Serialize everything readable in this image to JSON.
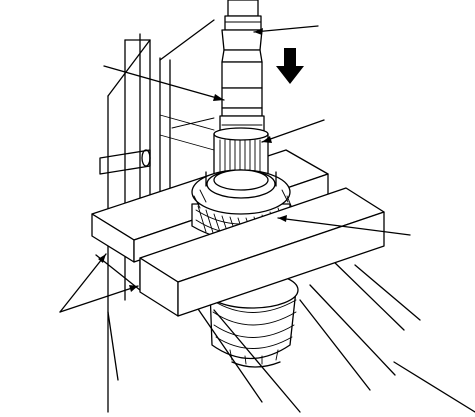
{
  "diagram": {
    "callouts": [
      {
        "id": "shaft-end"
      },
      {
        "id": "shaft-collar"
      },
      {
        "id": "spline-section"
      },
      {
        "id": "helical-gear"
      },
      {
        "id": "support-blocks"
      }
    ],
    "press_direction": "down",
    "colors": {
      "line": "#000000",
      "background": "#ffffff"
    }
  }
}
